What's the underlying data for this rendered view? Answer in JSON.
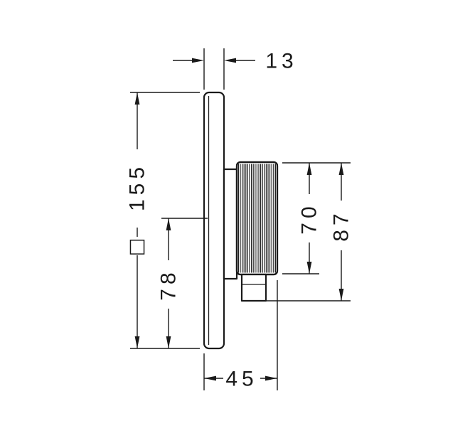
{
  "drawing": {
    "dimensions": {
      "plate_thickness": "13",
      "plate_size": "155",
      "plate_size_qualifier": "□",
      "handle_axis_from_bottom": "78",
      "handle_diameter": "70",
      "handle_unit_height": "87",
      "projection": "45"
    },
    "colors": {
      "line": "#1a1a1a",
      "background": "#ffffff"
    }
  }
}
